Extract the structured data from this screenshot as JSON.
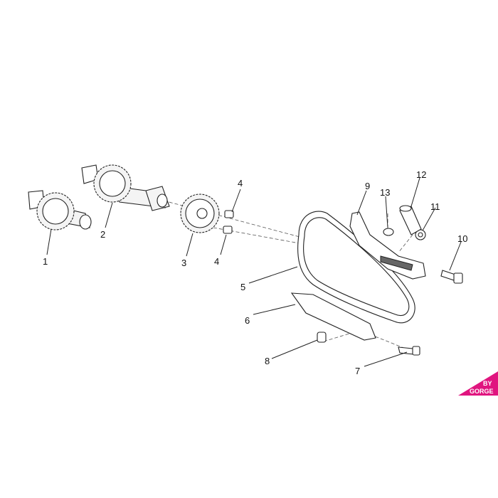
{
  "callouts": [
    {
      "id": "1",
      "text": "1"
    },
    {
      "id": "2",
      "text": "2"
    },
    {
      "id": "3",
      "text": "3"
    },
    {
      "id": "4a",
      "text": "4"
    },
    {
      "id": "4b",
      "text": "4"
    },
    {
      "id": "5",
      "text": "5"
    },
    {
      "id": "6",
      "text": "6"
    },
    {
      "id": "7",
      "text": "7"
    },
    {
      "id": "8",
      "text": "8"
    },
    {
      "id": "9",
      "text": "9"
    },
    {
      "id": "10",
      "text": "10"
    },
    {
      "id": "11",
      "text": "11"
    },
    {
      "id": "12",
      "text": "12"
    },
    {
      "id": "13",
      "text": "13"
    }
  ],
  "logo": {
    "line1": "BY",
    "line2": "GORGE",
    "color": "#e0157f"
  }
}
